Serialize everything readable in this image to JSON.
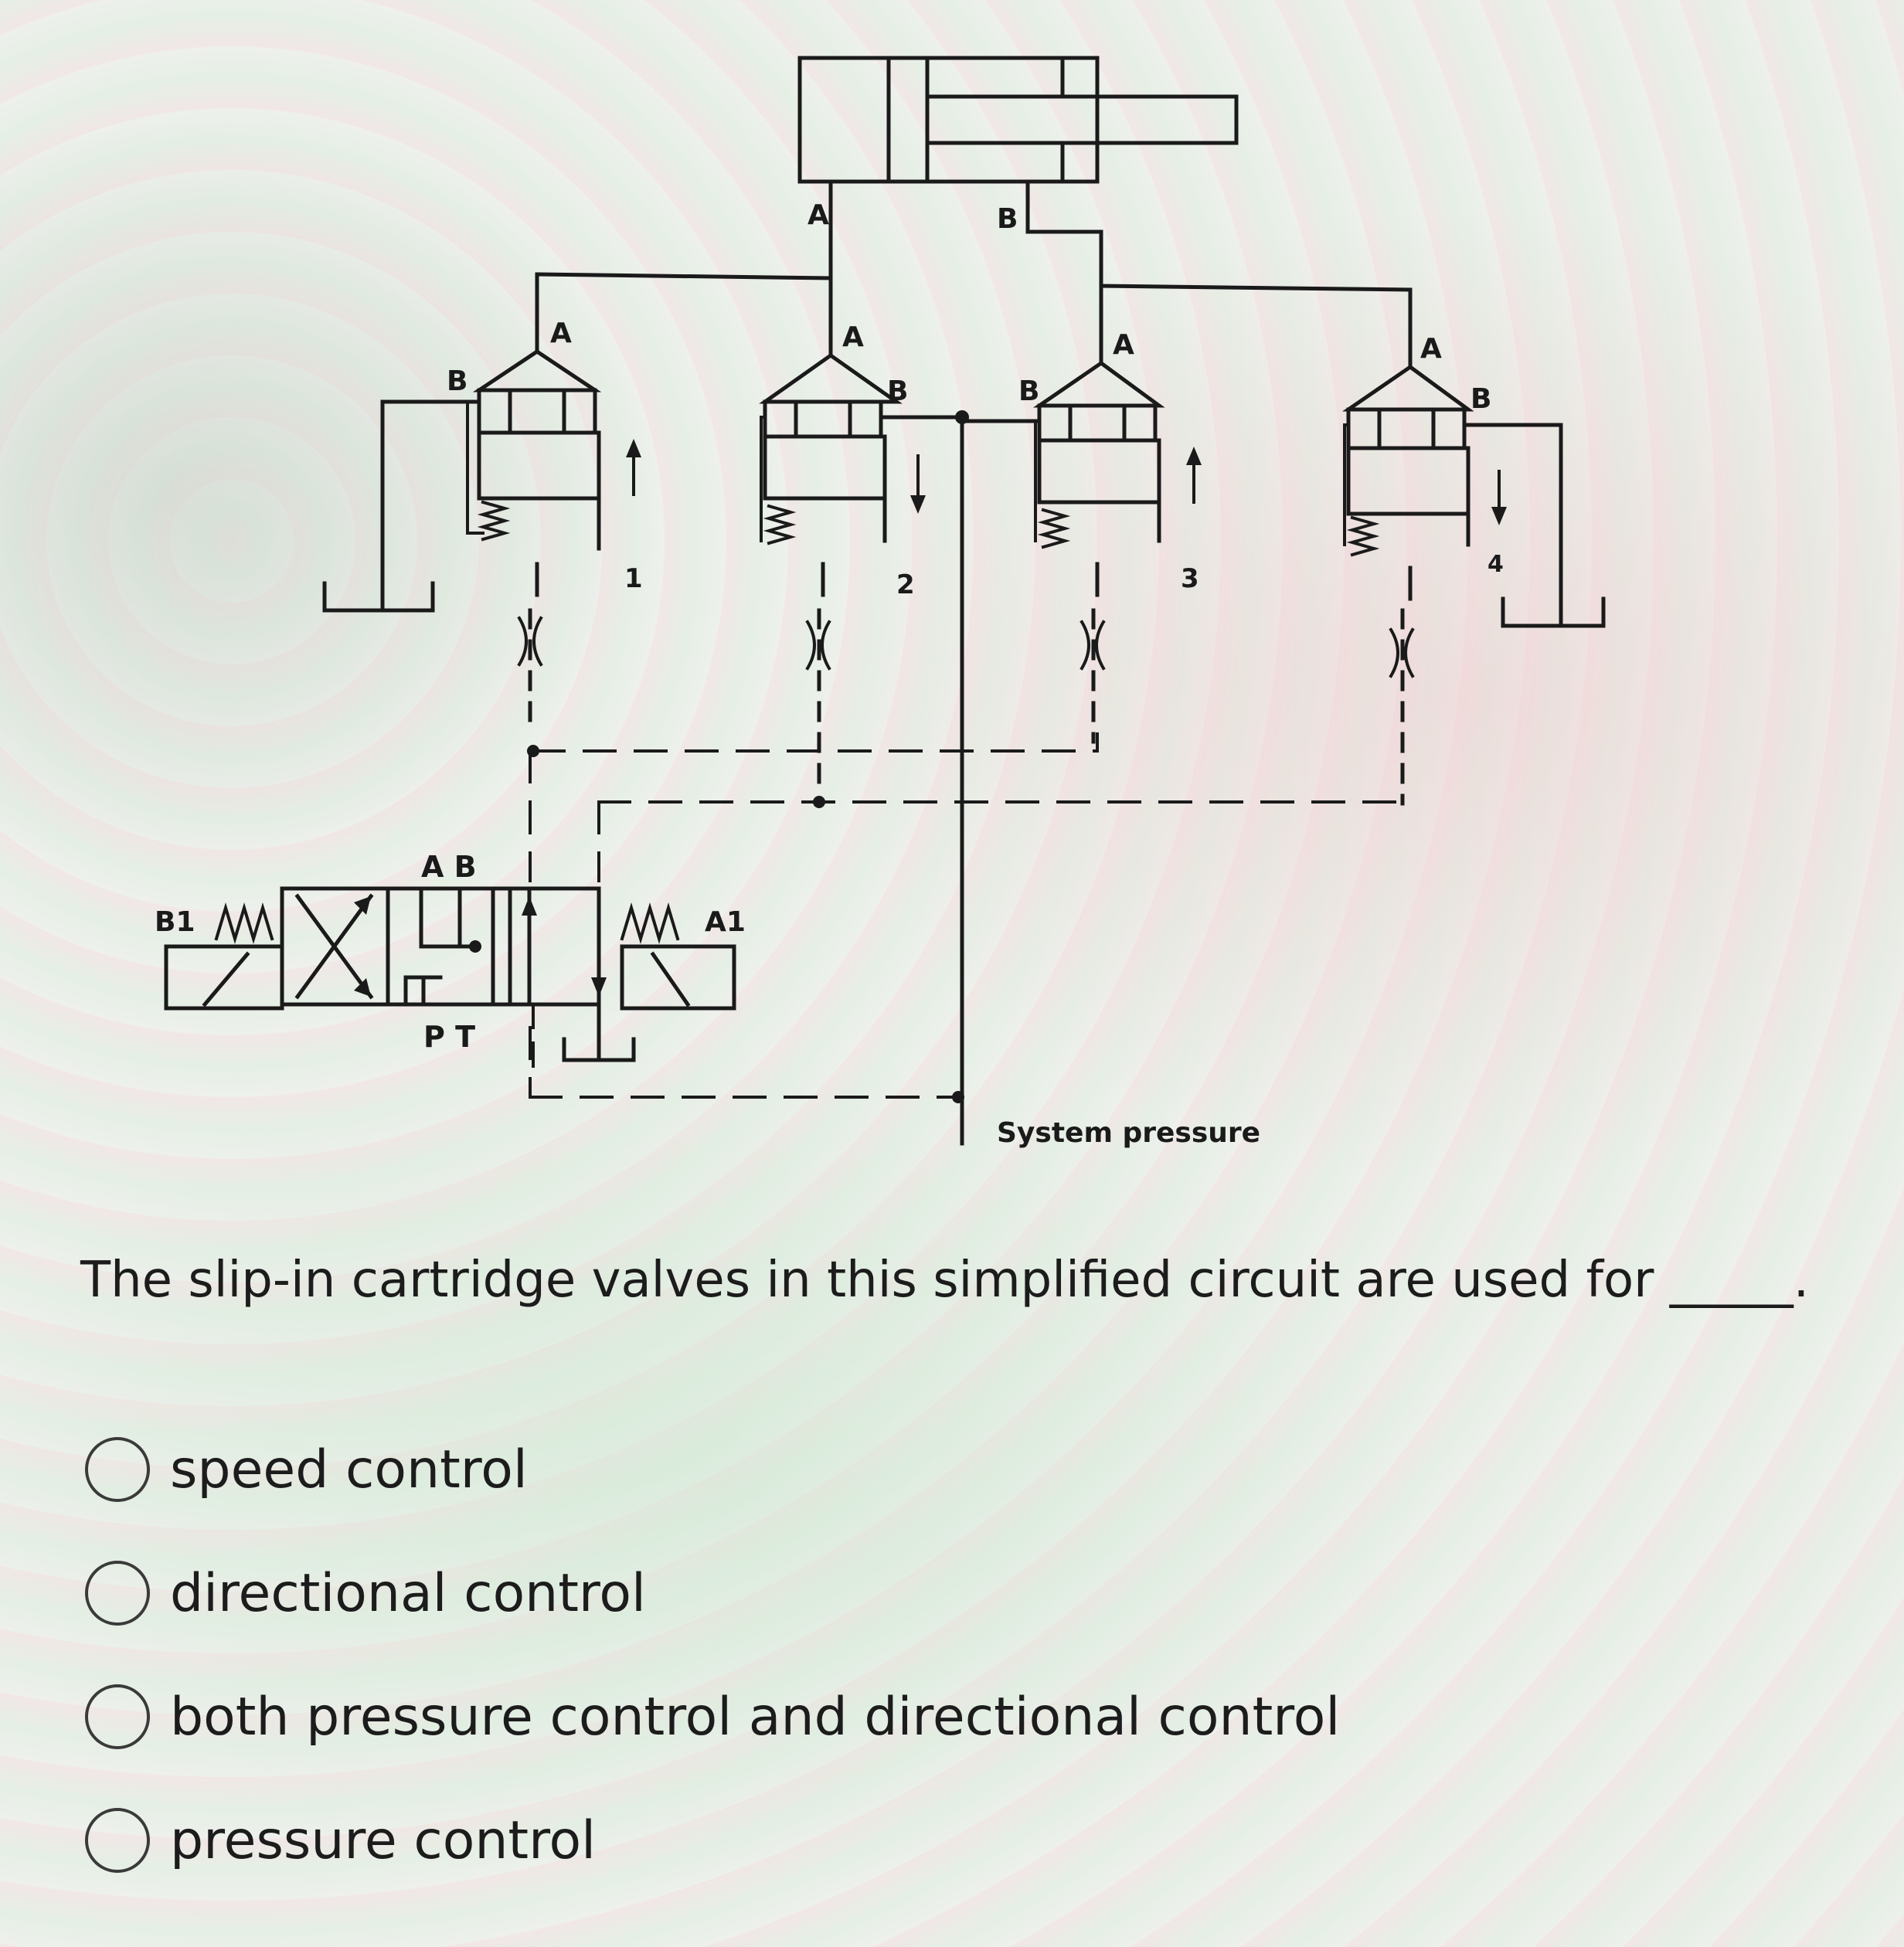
{
  "diagram": {
    "cylinder_ports": {
      "a": "A",
      "b": "B"
    },
    "valve_labels": [
      {
        "a": "A",
        "b": "B",
        "number": "1"
      },
      {
        "a": "A",
        "b": "B",
        "number": "2"
      },
      {
        "a": "A",
        "b": "B",
        "number": "3"
      },
      {
        "a": "A",
        "b": "B",
        "number": "4"
      }
    ],
    "directional_valve": {
      "ports_top": "A B",
      "ports_bottom": "P T",
      "solenoid_left": "B1",
      "solenoid_right": "A1"
    },
    "supply_label": "System pressure"
  },
  "question": {
    "text": "The slip-in cartridge valves in this simplified circuit are used for _____."
  },
  "options": [
    {
      "label": "speed control",
      "selected": false
    },
    {
      "label": "directional control",
      "selected": false
    },
    {
      "label": "both pressure control and directional control",
      "selected": false
    },
    {
      "label": "pressure control",
      "selected": false
    }
  ]
}
